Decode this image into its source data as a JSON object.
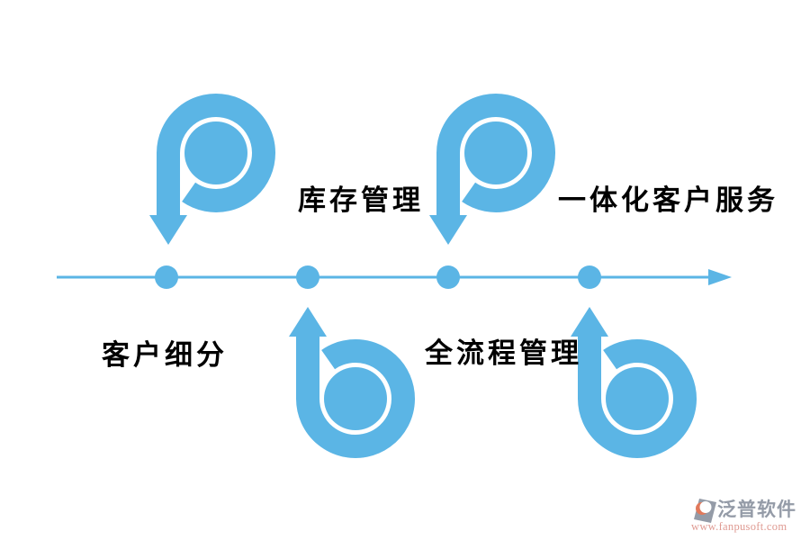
{
  "colors": {
    "primary": "#5BB5E5",
    "label_text": "#000000",
    "watermark_gray": "#949BA7",
    "watermark_pink": "#DF9A92",
    "logo_orange": "#E1795B"
  },
  "diagram": {
    "type": "timeline-process",
    "dot_count": 4,
    "labels": [
      {
        "text": "库存管理",
        "row": "above-line"
      },
      {
        "text": "一体化客户服务",
        "row": "above-line"
      },
      {
        "text": "客户细分",
        "row": "below-line"
      },
      {
        "text": "全流程管理",
        "row": "below-line"
      }
    ],
    "icons": [
      {
        "name": "spiral-arrow-down-icon",
        "points_at": "dot-1"
      },
      {
        "name": "spiral-arrow-down-icon",
        "points_at": "dot-3"
      },
      {
        "name": "spiral-arrow-up-icon",
        "points_at": "dot-2"
      },
      {
        "name": "spiral-arrow-up-icon",
        "points_at": "dot-4"
      }
    ]
  },
  "watermark": {
    "brand": "泛普软件",
    "url": "www.fanpusoft.com"
  }
}
